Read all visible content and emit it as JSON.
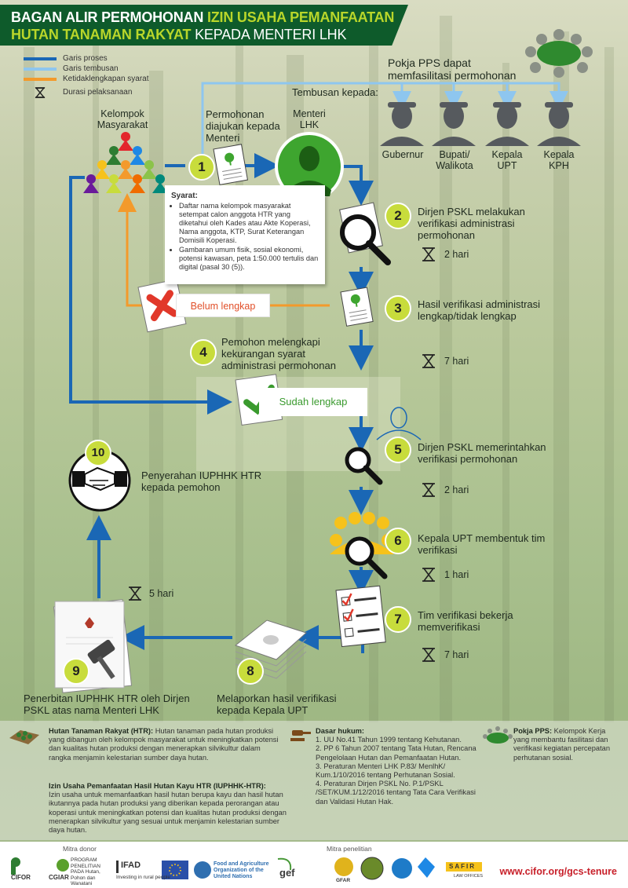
{
  "title": {
    "line1_a": "BAGAN ALIR PERMOHONAN ",
    "line1_b": "IZIN USAHA PEMANFAATAN",
    "line2_a": "HUTAN TANAMAN RAKYAT",
    "line2_b": " KEPADA MENTERI LHK"
  },
  "legend": [
    {
      "label": "Garis proses",
      "color": "#1a67b5"
    },
    {
      "label": "Garis tembusan",
      "color": "#8ec6ef"
    },
    {
      "label": "Ketidaklengkapan syarat",
      "color": "#f39a2b"
    },
    {
      "label": "Durasi pelaksanaan",
      "icon": "hourglass-icon"
    }
  ],
  "pokja": {
    "text": "Pokja PPS dapat\nmemfasilitasi permohonan"
  },
  "tembusan": {
    "title": "Tembusan kepada:",
    "items": [
      "Gubernur",
      "Bupati/\nWalikota",
      "Kepala\nUPT",
      "Kepala\nKPH"
    ]
  },
  "actors": {
    "kelompok": "Kelompok\nMasyarakat",
    "menteri": "Menteri\nLHK"
  },
  "steps": [
    {
      "n": "1",
      "text": "Permohonan\ndiajukan kepada\nMenteri"
    },
    {
      "n": "2",
      "text": "Dirjen PSKL melakukan\nverifikasi administrasi\npermohonan",
      "duration": "2 hari"
    },
    {
      "n": "3",
      "text": "Hasil verifikasi administrasi\nlengkap/tidak lengkap",
      "duration": "7 hari"
    },
    {
      "n": "4",
      "text": "Pemohon melengkapi\nkekurangan syarat\nadministrasi permohonan"
    },
    {
      "n": "5",
      "text": "Dirjen PSKL memerintahkan\nverifikasi permohonan",
      "duration": "2 hari"
    },
    {
      "n": "6",
      "text": "Kepala UPT membentuk tim\nverifikasi",
      "duration": "1 hari"
    },
    {
      "n": "7",
      "text": "Tim verifikasi bekerja\nmemverifikasi",
      "duration": "7 hari"
    },
    {
      "n": "8",
      "text": "Melaporkan hasil verifikasi\nkepada Kepala UPT"
    },
    {
      "n": "9",
      "text": "Penerbitan IUPHHK HTR oleh Dirjen\nPSKL atas nama Menteri LHK",
      "duration": "5 hari"
    },
    {
      "n": "10",
      "text": "Penyerahan IUPHHK HTR\nkepada pemohon"
    }
  ],
  "syarat": {
    "title": "Syarat:",
    "items": [
      "Daftar nama kelompok masyarakat setempat calon anggota HTR yang diketahui oleh Kades atau Akte Koperasi, Nama anggota, KTP, Surat Keterangan Domisili Koperasi.",
      "Gambaran umum fisik, sosial ekonomi, potensi kawasan, peta 1:50.000 tertulis dan digital (pasal 30 (5))."
    ]
  },
  "status": {
    "belum": "Belum lengkap",
    "sudah": "Sudah lengkap"
  },
  "definitions": {
    "htr_title": "Hutan Tanaman Rakyat (HTR):",
    "htr_text": " Hutan tanaman pada hutan produksi yang dibangun oleh kelompok masyarakat untuk meningkatkan potensi dan kualitas hutan produksi dengan menerapkan silvikultur dalam rangka  menjamin kelestarian sumber daya hutan.",
    "iuphhk_title": "Izin Usaha Pemanfaatan Hasil Hutan Kayu HTR (IUPHHK-HTR):",
    "iuphhk_text": "Izin usaha untuk memanfaatkan hasil hutan berupa kayu dan hasil hutan ikutannya pada hutan produksi yang diberikan kepada perorangan atau koperasi untuk meningkatkan potensi dan kualitas hutan produksi dengan menerapkan silvikultur yang sesuai untuk menjamin kelestarian sumber daya hutan.",
    "dasar_title": "Dasar hukum:",
    "dasar_items": [
      "1. UU No.41 Tahun 1999 tentang Kehutanan.",
      "2. PP 6 Tahun 2007 tentang Tata Hutan, Rencana Pengelolaan Hutan dan Pemanfaatan Hutan.",
      "3. Peraturan Menteri LHK P.83/ MenlhK/ Kum.1/10/2016 tentang Perhutanan Sosial.",
      "4. Peraturan Dirjen PSKL No. P.1/PSKL /SET/KUM.1/12/2016 tentang Tata Cara Verifikasi dan Validasi Hutan Hak."
    ],
    "pokja_title": "Pokja PPS:",
    "pokja_text": " Kelompok Kerja yang membantu fasilitasi dan verifikasi kegiatan percepatan perhutanan sosial."
  },
  "footer": {
    "mitra_donor": "Mitra donor",
    "mitra_penelitian": "Mitra penelitian",
    "logos_donor": [
      "CIFOR",
      "CGIAR",
      "PROGRAM PENELITIAN PADA Hutan, Pohon dan Wanatani",
      "IFAD",
      "Investing in rural people",
      "Food and Agriculture Organization of the United Nations",
      "gef"
    ],
    "logos_research": [
      "GFAR",
      "SAFIR",
      "LAW OFFICES"
    ],
    "url": "www.cifor.org/gcs-tenure"
  }
}
